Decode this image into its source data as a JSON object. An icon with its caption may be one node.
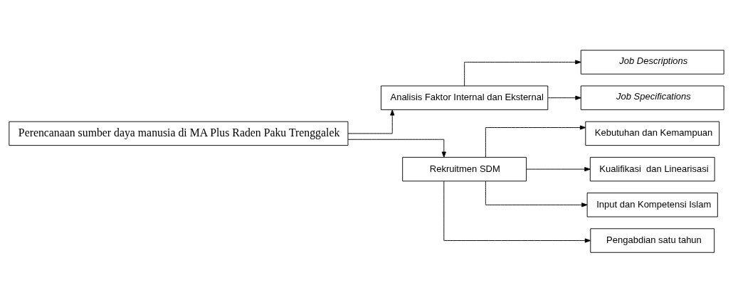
{
  "diagram": {
    "nodes": [
      {
        "text": [
          "Perencanaan sumber daya manusia di MA Plus Raden Paku Trenggalek"
        ]
      },
      {
        "text": [
          "Analisis Faktor Internal dan Eksternal"
        ]
      },
      {
        "text": [
          "Job Descriptions"
        ]
      },
      {
        "text": [
          "Job Specifications"
        ]
      },
      {
        "text": [
          "Rekruitmen SDM"
        ]
      },
      {
        "text": [
          "Kebutuhan dan Kemampuan"
        ]
      },
      {
        "text": [
          "Kualifikasi  dan Linearisasi"
        ]
      },
      {
        "text": [
          "Input dan Kompetensi Islam"
        ]
      },
      {
        "text": [
          "Pengabdian satu tahun"
        ]
      }
    ],
    "edges": [
      {
        "from": 0,
        "to": 1,
        "arrow": "to"
      },
      {
        "from": 0,
        "to": 4,
        "arrow": "to"
      },
      {
        "from": 1,
        "to": 2,
        "arrow": "to"
      },
      {
        "from": 1,
        "to": 3,
        "arrow": "to"
      },
      {
        "from": 4,
        "to": 5,
        "arrow": "to"
      },
      {
        "from": 4,
        "to": 6,
        "arrow": "to"
      },
      {
        "from": 4,
        "to": 7,
        "arrow": "to"
      },
      {
        "from": 4,
        "to": 8,
        "arrow": "to"
      }
    ]
  }
}
